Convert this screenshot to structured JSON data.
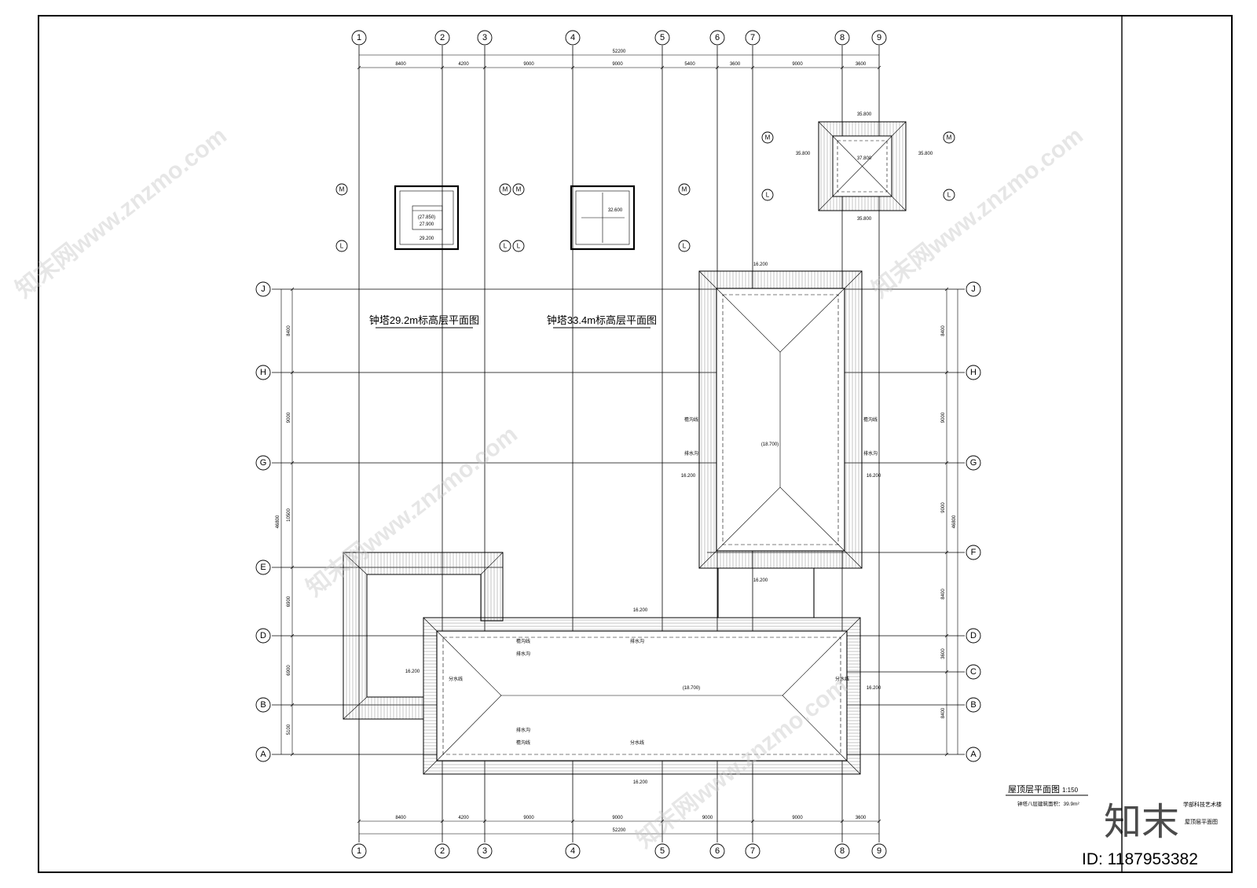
{
  "drawing": {
    "main_title": "屋顶层平面图",
    "main_scale": "1:150",
    "area_note": "钟塔八层建筑面积：39.9m²",
    "plan_29_title": "钟塔29.2m标高层平面图",
    "plan_33_title": "钟塔33.4m标高层平面图",
    "title_block_project": "学部科技艺术楼",
    "title_block_sheet": "屋顶层平面图",
    "id_label": "ID: 1187953382",
    "brand": "知末",
    "watermark": "知末网www.znzmo.com"
  },
  "axes": {
    "vertical": [
      "1",
      "2",
      "3",
      "4",
      "5",
      "6",
      "7",
      "8",
      "9"
    ],
    "horizontal": [
      "J",
      "H",
      "G",
      "F",
      "E",
      "D",
      "C",
      "B",
      "A"
    ]
  },
  "dims": {
    "top_spans": [
      "8400",
      "4200",
      "9000",
      "9000",
      "5400",
      "3600",
      "9000",
      "3600"
    ],
    "top_total": "52200",
    "bottom_spans": [
      "8400",
      "4200",
      "9000",
      "9000",
      "9000",
      "9000",
      "3600"
    ],
    "bottom_total": "52200",
    "left_spans": [
      "8400",
      "9000",
      "10500",
      "6900",
      "6900",
      "5100"
    ],
    "left_total": "46800",
    "right_spans": [
      "8400",
      "9000",
      "9000",
      "8400",
      "3600",
      "8400"
    ],
    "right_total": "46800"
  },
  "levels": {
    "roof_edge": "16.200",
    "ridge": "(18.700)",
    "tower_29": "29.200",
    "tower_27": "27.900",
    "tower_27b": "(27.850)",
    "tower_33": "32.600",
    "tower_top": "37.800",
    "tower_eave": "35.800"
  },
  "labels": {
    "gutter": "檐沟线",
    "drain": "排水沟",
    "ridge_line": "分水线"
  }
}
